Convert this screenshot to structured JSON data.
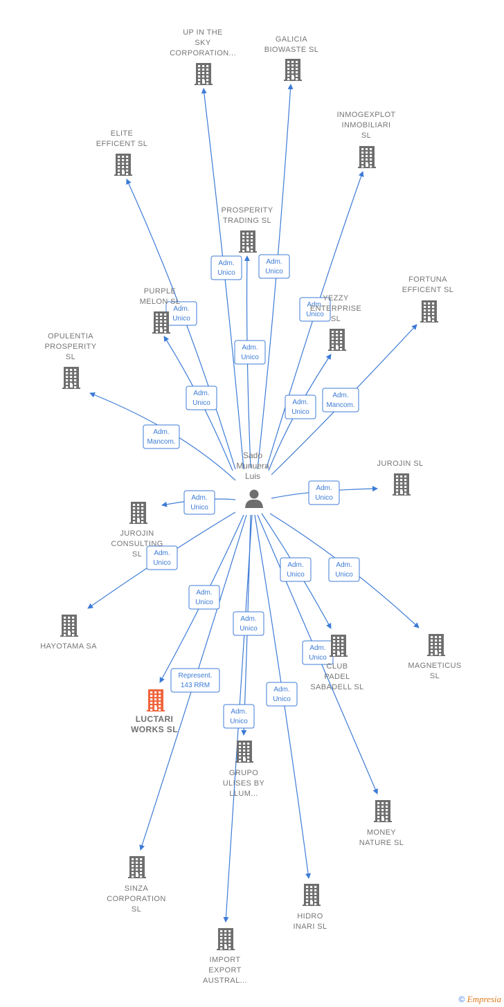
{
  "center": {
    "label_lines": [
      "Sado",
      "Munuera",
      "Luis"
    ],
    "icon": "person-icon"
  },
  "colors": {
    "edge": "#3c7bd6",
    "building": "#6e6e6e",
    "highlight_building": "#f0643c"
  },
  "nodes": [
    {
      "id": "up-in-the-sky",
      "label_lines": [
        "UP IN THE",
        "SKY",
        "CORPORATION..."
      ],
      "icon": "building-icon"
    },
    {
      "id": "galicia-biowaste",
      "label_lines": [
        "GALICIA",
        "BIOWASTE  SL"
      ],
      "icon": "building-icon"
    },
    {
      "id": "inmogexplot",
      "label_lines": [
        "INMOGEXPLOT",
        "INMOBILIARI",
        "SL"
      ],
      "icon": "building-icon"
    },
    {
      "id": "elite-efficent",
      "label_lines": [
        "ELITE",
        "EFFICENT  SL"
      ],
      "icon": "building-icon"
    },
    {
      "id": "prosperity-trading",
      "label_lines": [
        "PROSPERITY",
        "TRADING  SL"
      ],
      "icon": "building-icon"
    },
    {
      "id": "fortuna-efficent",
      "label_lines": [
        "FORTUNA",
        "EFFICENT  SL"
      ],
      "icon": "building-icon"
    },
    {
      "id": "purple-melon",
      "label_lines": [
        "PURPLE",
        "MELON SL"
      ],
      "icon": "building-icon"
    },
    {
      "id": "yezzy-enterprise",
      "label_lines": [
        "YEZZY",
        "ENTERPRISE",
        "SL"
      ],
      "icon": "building-icon"
    },
    {
      "id": "opulentia-prosperity",
      "label_lines": [
        "OPULENTIA",
        "PROSPERITY",
        "SL"
      ],
      "icon": "building-icon"
    },
    {
      "id": "jurojin",
      "label_lines": [
        "JUROJIN  SL"
      ],
      "icon": "building-icon"
    },
    {
      "id": "jurojin-consulting",
      "label_lines": [
        "JUROJIN",
        "CONSULTING",
        "SL"
      ],
      "icon": "building-icon"
    },
    {
      "id": "hayotama",
      "label_lines": [
        "HAYOTAMA SA"
      ],
      "icon": "building-icon"
    },
    {
      "id": "magneticus",
      "label_lines": [
        "MAGNETICUS",
        "SL"
      ],
      "icon": "building-icon"
    },
    {
      "id": "club-padel-sabadell",
      "label_lines": [
        "CLUB",
        "PADEL",
        "SABADELL  SL"
      ],
      "icon": "building-icon"
    },
    {
      "id": "luctari-works",
      "label_lines": [
        "LUCTARI",
        "WORKS  SL"
      ],
      "icon": "building-icon",
      "highlight": true
    },
    {
      "id": "grupo-ulises",
      "label_lines": [
        "GRUPO",
        "ULISES BY",
        "LLUM..."
      ],
      "icon": "building-icon"
    },
    {
      "id": "money-nature",
      "label_lines": [
        "MONEY",
        "NATURE  SL"
      ],
      "icon": "building-icon"
    },
    {
      "id": "sinza-corporation",
      "label_lines": [
        "SINZA",
        "CORPORATION",
        "SL"
      ],
      "icon": "building-icon"
    },
    {
      "id": "hidro-inari",
      "label_lines": [
        "HIDRO",
        "INARI  SL"
      ],
      "icon": "building-icon"
    },
    {
      "id": "import-export-austral",
      "label_lines": [
        "IMPORT",
        "EXPORT",
        "AUSTRAL..."
      ],
      "icon": "building-icon"
    }
  ],
  "edges": [
    {
      "to": "up-in-the-sky",
      "label_lines": [
        "Adm.",
        "Unico"
      ]
    },
    {
      "to": "galicia-biowaste",
      "label_lines": [
        "Adm.",
        "Unico"
      ]
    },
    {
      "to": "inmogexplot",
      "label_lines": [
        "Adm.",
        "Unico"
      ]
    },
    {
      "to": "elite-efficent",
      "label_lines": [
        "Adm.",
        "Unico"
      ]
    },
    {
      "to": "prosperity-trading",
      "label_lines": [
        "Adm.",
        "Unico"
      ]
    },
    {
      "to": "fortuna-efficent",
      "label_lines": [
        "Adm.",
        "Mancom."
      ]
    },
    {
      "to": "purple-melon",
      "label_lines": [
        "Adm.",
        "Unico"
      ]
    },
    {
      "to": "yezzy-enterprise",
      "label_lines": [
        "Adm.",
        "Unico"
      ]
    },
    {
      "to": "opulentia-prosperity",
      "label_lines": [
        "Adm.",
        "Mancom."
      ]
    },
    {
      "to": "jurojin",
      "label_lines": [
        "Adm.",
        "Unico"
      ]
    },
    {
      "to": "jurojin-consulting",
      "label_lines": [
        "Adm.",
        "Unico"
      ]
    },
    {
      "to": "hayotama",
      "label_lines": [
        "Adm.",
        "Unico"
      ]
    },
    {
      "to": "magneticus",
      "label_lines": [
        "Adm.",
        "Unico"
      ]
    },
    {
      "to": "club-padel-sabadell",
      "label_lines": [
        "Adm.",
        "Unico"
      ]
    },
    {
      "to": "luctari-works",
      "label_lines": [
        "Adm.",
        "Unico"
      ]
    },
    {
      "to": "grupo-ulises",
      "label_lines": [
        "Adm.",
        "Unico"
      ]
    },
    {
      "to": "money-nature",
      "label_lines": [
        "Adm.",
        "Unico"
      ]
    },
    {
      "to": "sinza-corporation",
      "label_lines": [
        "Represent.",
        "143 RRM"
      ]
    },
    {
      "to": "hidro-inari",
      "label_lines": [
        "Adm.",
        "Unico"
      ]
    },
    {
      "to": "import-export-austral",
      "label_lines": [
        "Adm.",
        "Unico"
      ]
    }
  ],
  "footer": {
    "copyright_symbol": "©",
    "brand": "Empresia"
  }
}
